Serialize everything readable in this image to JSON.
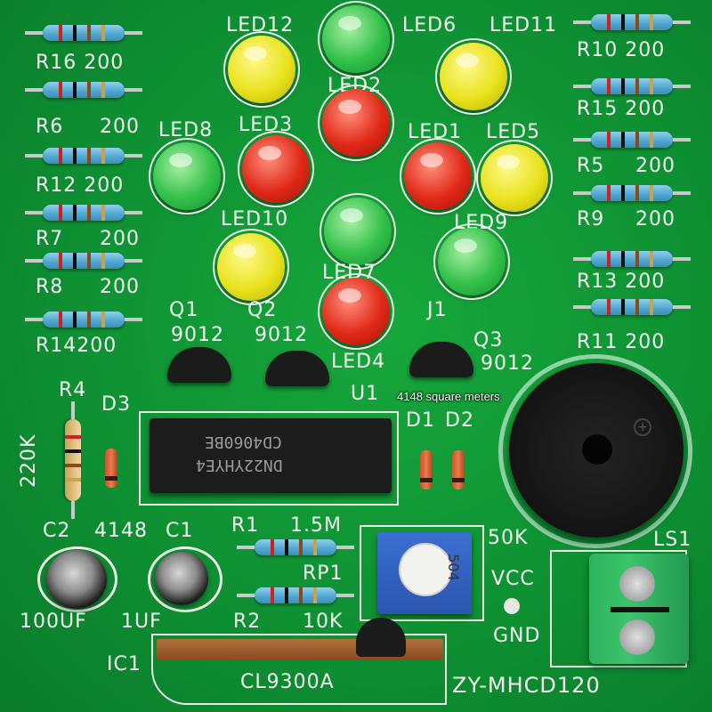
{
  "annotation": "4148 square meters",
  "silkscreen": {
    "r16": "R16 200",
    "r6": "R6",
    "r6v": "200",
    "r12": "R12 200",
    "r7": "R7",
    "r7v": "200",
    "r8": "R8",
    "r8v": "200",
    "r14": "R14200",
    "r10": "R10 200",
    "r15": "R15 200",
    "r5": "R5",
    "r5v": "200",
    "r9": "R9",
    "r9v": "200",
    "r13": "R13 200",
    "r11": "R11 200",
    "led12": "LED12",
    "led6": "LED6",
    "led11": "LED11",
    "led2": "LED2",
    "led8": "LED8",
    "led3": "LED3",
    "led1": "LED1",
    "led5": "LED5",
    "led10": "LED10",
    "led9": "LED9",
    "led7": "LED7",
    "led4": "LED4",
    "q1": "Q1",
    "q1v": "9012",
    "q2": "Q2",
    "q2v": "9012",
    "q3": "Q3",
    "q3v": "9012",
    "j1": "J1",
    "r4": "R4",
    "r4v": "220K",
    "d3": "D3",
    "u1": "U1",
    "d1": "D1",
    "d2": "D2",
    "c2": "C2",
    "diode_type": "4148",
    "c1": "C1",
    "r1": "R1",
    "r1v": "1.5M",
    "rp1": "RP1",
    "rp1v": "50K",
    "r2": "R2",
    "r2v": "10K",
    "c2v": "100UF",
    "c1v": "1UF",
    "vcc": "VCC",
    "gnd": "GND",
    "ls1": "LS1",
    "ic1": "IC1",
    "ic1v": "CL9300A",
    "board": "ZY-MHCD120",
    "chip": "CD4060BE",
    "chip_code": "DN22YHYE4",
    "pot": "504"
  },
  "colors": {
    "board": "#0e9133",
    "red_led": "#e02818",
    "yellow_led": "#e9e21d",
    "green_led": "#31c04a",
    "silk": "#f2f6ef"
  }
}
